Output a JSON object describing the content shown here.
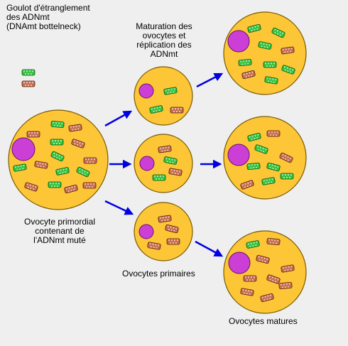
{
  "title": "Goulot d'étranglement\ndes ADNmt\n(DNAmt bottelneck)",
  "maturation_label": "Maturation des\novocytes et\nréplication des\nADNmt",
  "primordial_label": "Ovocyte primordial\ncontenant de\nl'ADNmt muté",
  "primary_label": "Ovocytes primaires",
  "mature_label": "Ovocytes matures",
  "colors": {
    "background": "#efefef",
    "cell_fill": "#fcc636",
    "cell_stroke": "#7a5a00",
    "nucleus": "#cc3fd6",
    "normal_mito": "#2fc23a",
    "mutant_mito": "#c76a4a",
    "arrow": "#0000e0"
  },
  "legend": [
    {
      "icon": "normal-mitochondrion-icon"
    },
    {
      "icon": "mutant-mitochondrion-icon"
    }
  ]
}
